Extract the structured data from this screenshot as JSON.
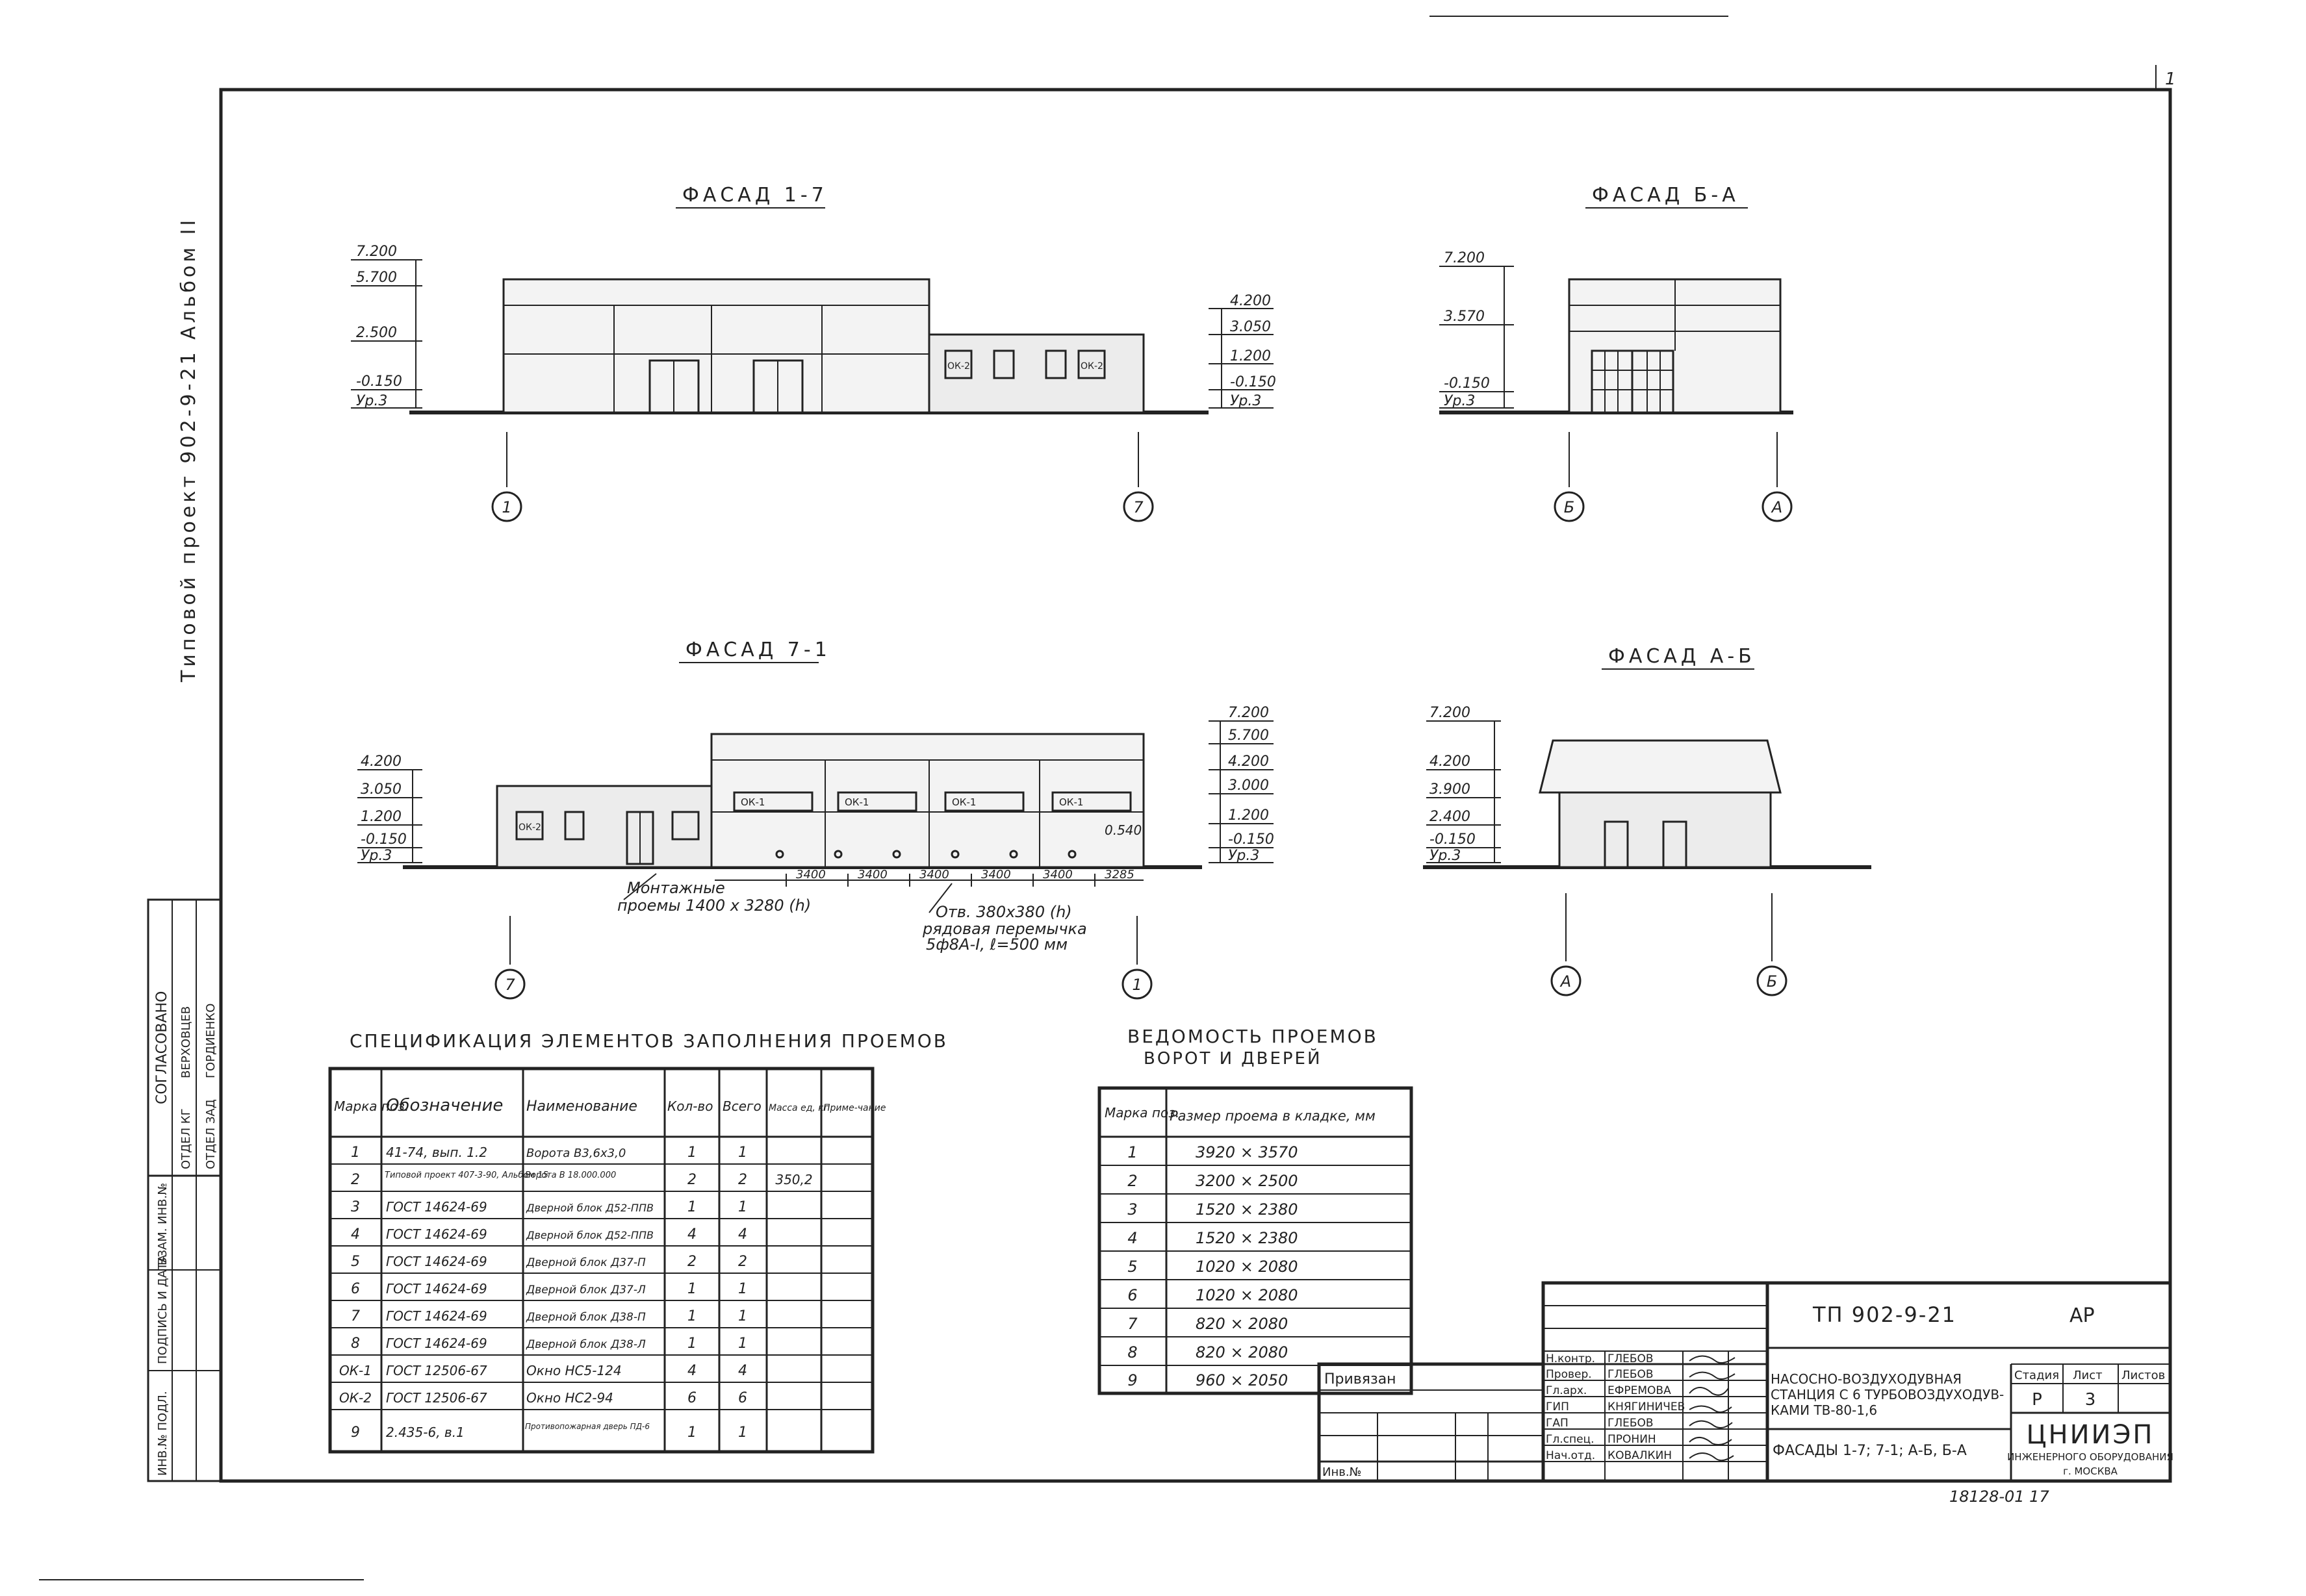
{
  "frame": {
    "sheet_mark": "1",
    "side_title": "Типовой проект 902-9-21  Альбом II",
    "side_stamp": {
      "agreed": "СОГЛАСОВАНО",
      "row1": [
        "ОТДЕЛ КГ",
        "ВЕРХОВЦЕВ"
      ],
      "row2": [
        "ОТДЕЛ ЗАД",
        "ГОРДИЕНКО"
      ],
      "cells": [
        "ИНВ.№ ПОДЛ.",
        "ПОДПИСЬ И ДАТА",
        "ВЗАМ. ИНВ.№"
      ]
    }
  },
  "elevations": {
    "f17": {
      "title": "ФАСАД 1-7",
      "levels_left": [
        "7.200",
        "5.700",
        "2.500",
        "-0.150",
        "Ур.3"
      ],
      "levels_right": [
        "4.200",
        "3.050",
        "1.200",
        "-0.150",
        "Ур.3"
      ],
      "axes": [
        "1",
        "7"
      ],
      "window_labels": [
        "ОК-2",
        "ОК-2"
      ]
    },
    "fBA": {
      "title": "ФАСАД Б-А",
      "levels": [
        "7.200",
        "3.570",
        "-0.150",
        "Ур.3"
      ],
      "axes": [
        "Б",
        "А"
      ]
    },
    "f71": {
      "title": "ФАСАД 7-1",
      "levels_left": [
        "4.200",
        "3.050",
        "1.200",
        "-0.150",
        "Ур.3"
      ],
      "levels_right": [
        "7.200",
        "5.700",
        "4.200",
        "3.000",
        "1.200",
        "-0.150",
        "Ур.3"
      ],
      "window_labels": [
        "ОК-2",
        "ОК-1",
        "ОК-1",
        "ОК-1",
        "ОК-1"
      ],
      "dim_chain": [
        "3400",
        "3400",
        "3400",
        "3400",
        "3400",
        "3285"
      ],
      "level_note": "0.540",
      "note_mount": [
        "Монтажные",
        "проемы 1400 х 3280 (h)"
      ],
      "note_opening": [
        "Отв. 380х380 (h)",
        "рядовая перемычка",
        "5ф8А-I, ℓ=500 мм"
      ],
      "axes": [
        "7",
        "1"
      ]
    },
    "fAB": {
      "title": "ФАСАД А-Б",
      "levels": [
        "7.200",
        "4.200",
        "3.900",
        "2.400",
        "-0.150",
        "Ур.3"
      ],
      "axes": [
        "А",
        "Б"
      ]
    }
  },
  "spec": {
    "title": "СПЕЦИФИКАЦИЯ ЭЛЕМЕНТОВ ЗАПОЛНЕНИЯ ПРОЕМОВ",
    "headers": [
      "Марка поз.",
      "Обозначение",
      "Наименование",
      "Кол-во",
      "Всего",
      "Масса ед, кг",
      "Приме-чание"
    ],
    "rows": [
      [
        "1",
        "41-74, вып. 1.2",
        "Ворота В3,6х3,0",
        "1",
        "1",
        "",
        ""
      ],
      [
        "2",
        "Типовой проект 407-3-90, Альбом 15",
        "Ворота В 18.000.000",
        "2",
        "2",
        "350,2",
        ""
      ],
      [
        "3",
        "ГОСТ 14624-69",
        "Дверной блок Д52-ППВ",
        "1",
        "1",
        "",
        ""
      ],
      [
        "4",
        "ГОСТ 14624-69",
        "Дверной блок Д52-ППВ",
        "4",
        "4",
        "",
        ""
      ],
      [
        "5",
        "ГОСТ 14624-69",
        "Дверной блок Д37-П",
        "2",
        "2",
        "",
        ""
      ],
      [
        "6",
        "ГОСТ 14624-69",
        "Дверной блок Д37-Л",
        "1",
        "1",
        "",
        ""
      ],
      [
        "7",
        "ГОСТ 14624-69",
        "Дверной блок Д38-П",
        "1",
        "1",
        "",
        ""
      ],
      [
        "8",
        "ГОСТ 14624-69",
        "Дверной блок Д38-Л",
        "1",
        "1",
        "",
        ""
      ],
      [
        "ОК-1",
        "ГОСТ 12506-67",
        "Окно НС5-124",
        "4",
        "4",
        "",
        ""
      ],
      [
        "ОК-2",
        "ГОСТ 12506-67",
        "Окно НС2-94",
        "6",
        "6",
        "",
        ""
      ],
      [
        "9",
        "2.435-6, в.1",
        "Противопожарная дверь ПД-6",
        "1",
        "1",
        "",
        ""
      ]
    ]
  },
  "ved": {
    "title_line1": "ВЕДОМОСТЬ ПРОЕМОВ",
    "title_line2": "ВОРОТ И ДВЕРЕЙ",
    "headers": [
      "Марка поз.",
      "Размер проема в кладке, мм"
    ],
    "rows": [
      [
        "1",
        "3920 × 3570"
      ],
      [
        "2",
        "3200 × 2500"
      ],
      [
        "3",
        "1520 × 2380"
      ],
      [
        "4",
        "1520 × 2380"
      ],
      [
        "5",
        "1020 × 2080"
      ],
      [
        "6",
        "1020 × 2080"
      ],
      [
        "7",
        "820 × 2080"
      ],
      [
        "8",
        "820 × 2080"
      ],
      [
        "9",
        "960 × 2050"
      ]
    ]
  },
  "titleblock": {
    "code": "ТП 902-9-21",
    "section": "АР",
    "privyazan": "Привязан",
    "inv": "Инв.№",
    "roles": [
      "Н.контр.",
      "Провер.",
      "Гл.арх.",
      "ГИП",
      "ГАП",
      "Гл.спец.",
      "Нач.отд."
    ],
    "names": [
      "ГЛЕБОВ",
      "ГЛЕБОВ",
      "ЕФРЕМОВА",
      "КНЯГИНИЧЕВ",
      "ГЛЕБОВ",
      "ПРОНИН",
      "КОВАЛКИН"
    ],
    "project_name": [
      "НАСОСНО-ВОЗДУХОДУВНАЯ",
      "СТАНЦИЯ С 6 ТУРБОВОЗДУХОДУВ-",
      "КАМИ ТВ-80-1,6"
    ],
    "sheet_name": "ФАСАДЫ 1-7; 7-1; А-Б, Б-А",
    "stage_headers": [
      "Стадия",
      "Лист",
      "Листов"
    ],
    "stage_values": [
      "Р",
      "3",
      ""
    ],
    "org": "ЦНИИЭП",
    "org_sub": "ИНЖЕНЕРНОГО ОБОРУДОВАНИЯ",
    "city": "г. МОСКВА",
    "footer": "18128-01  17"
  }
}
